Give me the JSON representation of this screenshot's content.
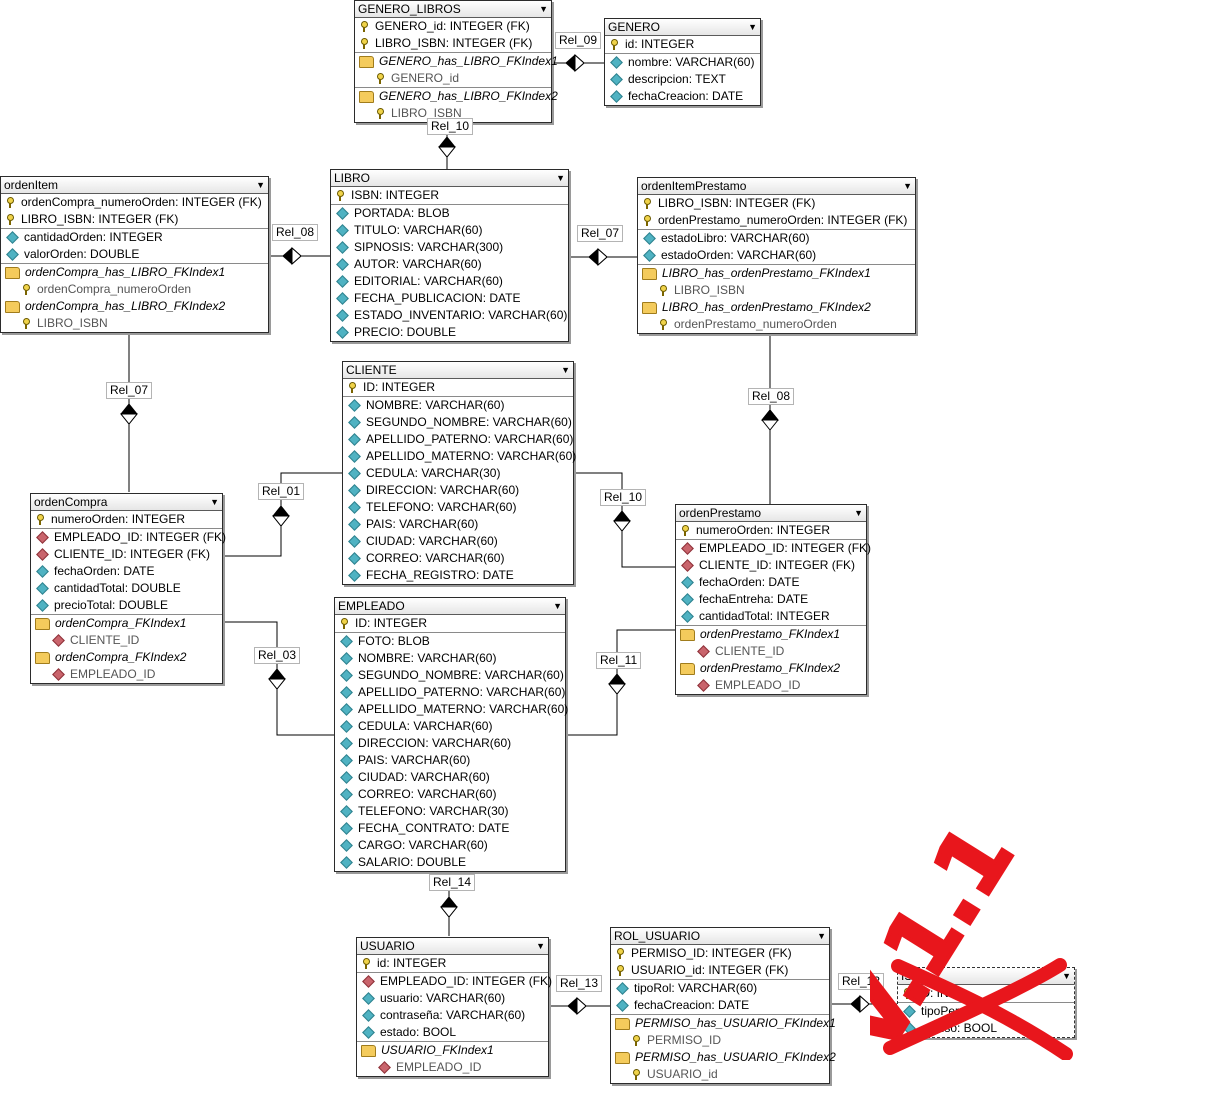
{
  "entities": {
    "genero_libros": {
      "title": "GENERO_LIBROS",
      "rows": [
        {
          "icon": "key-icon",
          "text": "GENERO_id: INTEGER (FK)"
        },
        {
          "icon": "key-icon",
          "text": "LIBRO_ISBN: INTEGER (FK)"
        },
        {
          "icon": "folder-icon",
          "text": "GENERO_has_LIBRO_FKIndex1"
        },
        {
          "icon": "key-icon",
          "text": "GENERO_id"
        },
        {
          "icon": "folder-icon",
          "text": "GENERO_has_LIBRO_FKIndex2"
        },
        {
          "icon": "key-icon",
          "text": "LIBRO_ISBN"
        }
      ]
    },
    "genero": {
      "title": "GENERO",
      "rows": [
        {
          "icon": "key-icon",
          "text": "id: INTEGER"
        },
        {
          "icon": "attribute-icon",
          "text": "nombre: VARCHAR(60)"
        },
        {
          "icon": "attribute-icon",
          "text": "descripcion: TEXT"
        },
        {
          "icon": "attribute-icon",
          "text": "fechaCreacion: DATE"
        }
      ]
    },
    "libro": {
      "title": "LIBRO",
      "rows": [
        {
          "icon": "key-icon",
          "text": "ISBN: INTEGER"
        },
        {
          "icon": "attribute-icon",
          "text": "PORTADA: BLOB"
        },
        {
          "icon": "attribute-icon",
          "text": "TITULO: VARCHAR(60)"
        },
        {
          "icon": "attribute-icon",
          "text": "SIPNOSIS: VARCHAR(300)"
        },
        {
          "icon": "attribute-icon",
          "text": "AUTOR: VARCHAR(60)"
        },
        {
          "icon": "attribute-icon",
          "text": "EDITORIAL: VARCHAR(60)"
        },
        {
          "icon": "attribute-icon",
          "text": "FECHA_PUBLICACION: DATE"
        },
        {
          "icon": "attribute-icon",
          "text": "ESTADO_INVENTARIO: VARCHAR(60)"
        },
        {
          "icon": "attribute-icon",
          "text": "PRECIO: DOUBLE"
        }
      ]
    },
    "orden_item": {
      "title": "ordenItem",
      "rows": [
        {
          "icon": "key-icon",
          "text": "ordenCompra_numeroOrden: INTEGER (FK)"
        },
        {
          "icon": "key-icon",
          "text": "LIBRO_ISBN: INTEGER (FK)"
        },
        {
          "icon": "attribute-icon",
          "text": "cantidadOrden: INTEGER"
        },
        {
          "icon": "attribute-icon",
          "text": "valorOrden: DOUBLE"
        },
        {
          "icon": "folder-icon",
          "text": "ordenCompra_has_LIBRO_FKIndex1"
        },
        {
          "icon": "key-icon",
          "text": "ordenCompra_numeroOrden"
        },
        {
          "icon": "folder-icon",
          "text": "ordenCompra_has_LIBRO_FKIndex2"
        },
        {
          "icon": "key-icon",
          "text": "LIBRO_ISBN"
        }
      ]
    },
    "orden_item_prestamo": {
      "title": "ordenItemPrestamo",
      "rows": [
        {
          "icon": "key-icon",
          "text": "LIBRO_ISBN: INTEGER (FK)"
        },
        {
          "icon": "key-icon",
          "text": "ordenPrestamo_numeroOrden: INTEGER (FK)"
        },
        {
          "icon": "attribute-icon",
          "text": "estadoLibro: VARCHAR(60)"
        },
        {
          "icon": "attribute-icon",
          "text": "estadoOrden: VARCHAR(60)"
        },
        {
          "icon": "folder-icon",
          "text": "LIBRO_has_ordenPrestamo_FKIndex1"
        },
        {
          "icon": "key-icon",
          "text": "LIBRO_ISBN"
        },
        {
          "icon": "folder-icon",
          "text": "LIBRO_has_ordenPrestamo_FKIndex2"
        },
        {
          "icon": "key-icon",
          "text": "ordenPrestamo_numeroOrden"
        }
      ]
    },
    "cliente": {
      "title": "CLIENTE",
      "rows": [
        {
          "icon": "key-icon",
          "text": "ID: INTEGER"
        },
        {
          "icon": "attribute-icon",
          "text": "NOMBRE: VARCHAR(60)"
        },
        {
          "icon": "attribute-icon",
          "text": "SEGUNDO_NOMBRE: VARCHAR(60)"
        },
        {
          "icon": "attribute-icon",
          "text": "APELLIDO_PATERNO: VARCHAR(60)"
        },
        {
          "icon": "attribute-icon",
          "text": "APELLIDO_MATERNO: VARCHAR(60)"
        },
        {
          "icon": "attribute-icon",
          "text": "CEDULA: VARCHAR(30)"
        },
        {
          "icon": "attribute-icon",
          "text": "DIRECCION: VARCHAR(60)"
        },
        {
          "icon": "attribute-icon",
          "text": "TELEFONO: VARCHAR(60)"
        },
        {
          "icon": "attribute-icon",
          "text": "PAIS: VARCHAR(60)"
        },
        {
          "icon": "attribute-icon",
          "text": "CIUDAD: VARCHAR(60)"
        },
        {
          "icon": "attribute-icon",
          "text": "CORREO: VARCHAR(60)"
        },
        {
          "icon": "attribute-icon",
          "text": "FECHA_REGISTRO: DATE"
        }
      ]
    },
    "orden_compra": {
      "title": "ordenCompra",
      "rows": [
        {
          "icon": "key-icon",
          "text": "numeroOrden: INTEGER"
        },
        {
          "icon": "fk-icon",
          "text": "EMPLEADO_ID: INTEGER (FK)"
        },
        {
          "icon": "fk-icon",
          "text": "CLIENTE_ID: INTEGER (FK)"
        },
        {
          "icon": "attribute-icon",
          "text": "fechaOrden: DATE"
        },
        {
          "icon": "attribute-icon",
          "text": "cantidadTotal: DOUBLE"
        },
        {
          "icon": "attribute-icon",
          "text": "precioTotal: DOUBLE"
        },
        {
          "icon": "folder-icon",
          "text": "ordenCompra_FKIndex1"
        },
        {
          "icon": "fk-icon",
          "text": "CLIENTE_ID"
        },
        {
          "icon": "folder-icon",
          "text": "ordenCompra_FKIndex2"
        },
        {
          "icon": "fk-icon",
          "text": "EMPLEADO_ID"
        }
      ]
    },
    "orden_prestamo": {
      "title": "ordenPrestamo",
      "rows": [
        {
          "icon": "key-icon",
          "text": "numeroOrden: INTEGER"
        },
        {
          "icon": "fk-icon",
          "text": "EMPLEADO_ID: INTEGER (FK)"
        },
        {
          "icon": "fk-icon",
          "text": "CLIENTE_ID: INTEGER (FK)"
        },
        {
          "icon": "attribute-icon",
          "text": "fechaOrden: DATE"
        },
        {
          "icon": "attribute-icon",
          "text": "fechaEntreha: DATE"
        },
        {
          "icon": "attribute-icon",
          "text": "cantidadTotal: INTEGER"
        },
        {
          "icon": "folder-icon",
          "text": "ordenPrestamo_FKIndex1"
        },
        {
          "icon": "fk-icon",
          "text": "CLIENTE_ID"
        },
        {
          "icon": "folder-icon",
          "text": "ordenPrestamo_FKIndex2"
        },
        {
          "icon": "fk-icon",
          "text": "EMPLEADO_ID"
        }
      ]
    },
    "empleado": {
      "title": "EMPLEADO",
      "rows": [
        {
          "icon": "key-icon",
          "text": "ID: INTEGER"
        },
        {
          "icon": "attribute-icon",
          "text": "FOTO: BLOB"
        },
        {
          "icon": "attribute-icon",
          "text": "NOMBRE: VARCHAR(60)"
        },
        {
          "icon": "attribute-icon",
          "text": "SEGUNDO_NOMBRE: VARCHAR(60)"
        },
        {
          "icon": "attribute-icon",
          "text": "APELLIDO_PATERNO: VARCHAR(60)"
        },
        {
          "icon": "attribute-icon",
          "text": "APELLIDO_MATERNO: VARCHAR(60)"
        },
        {
          "icon": "attribute-icon",
          "text": "CEDULA: VARCHAR(60)"
        },
        {
          "icon": "attribute-icon",
          "text": "DIRECCION: VARCHAR(60)"
        },
        {
          "icon": "attribute-icon",
          "text": "PAIS: VARCHAR(60)"
        },
        {
          "icon": "attribute-icon",
          "text": "CIUDAD: VARCHAR(60)"
        },
        {
          "icon": "attribute-icon",
          "text": "CORREO: VARCHAR(60)"
        },
        {
          "icon": "attribute-icon",
          "text": "TELEFONO: VARCHAR(30)"
        },
        {
          "icon": "attribute-icon",
          "text": "FECHA_CONTRATO: DATE"
        },
        {
          "icon": "attribute-icon",
          "text": "CARGO: VARCHAR(60)"
        },
        {
          "icon": "attribute-icon",
          "text": "SALARIO: DOUBLE"
        }
      ]
    },
    "usuario": {
      "title": "USUARIO",
      "rows": [
        {
          "icon": "key-icon",
          "text": "id: INTEGER"
        },
        {
          "icon": "fk-icon",
          "text": "EMPLEADO_ID: INTEGER (FK)"
        },
        {
          "icon": "attribute-icon",
          "text": "usuario: VARCHAR(60)"
        },
        {
          "icon": "attribute-icon",
          "text": "contraseña: VARCHAR(60)"
        },
        {
          "icon": "attribute-icon",
          "text": "estado: BOOL"
        },
        {
          "icon": "folder-icon",
          "text": "USUARIO_FKIndex1"
        },
        {
          "icon": "fk-icon",
          "text": "EMPLEADO_ID"
        }
      ]
    },
    "rol_usuario": {
      "title": "ROL_USUARIO",
      "rows": [
        {
          "icon": "key-icon",
          "text": "PERMISO_ID: INTEGER (FK)"
        },
        {
          "icon": "key-icon",
          "text": "USUARIO_id: INTEGER (FK)"
        },
        {
          "icon": "attribute-icon",
          "text": "tipoRol: VARCHAR(60)"
        },
        {
          "icon": "attribute-icon",
          "text": "fechaCreacion: DATE"
        },
        {
          "icon": "folder-icon",
          "text": "PERMISO_has_USUARIO_FKIndex1"
        },
        {
          "icon": "key-icon",
          "text": "PERMISO_ID"
        },
        {
          "icon": "folder-icon",
          "text": "PERMISO_has_USUARIO_FKIndex2"
        },
        {
          "icon": "key-icon",
          "text": "USUARIO_id"
        }
      ]
    },
    "permiso": {
      "title": "ISO",
      "rows": [
        {
          "icon": "key-icon",
          "text": "ID: IN"
        },
        {
          "icon": "attribute-icon",
          "text": "tipoPerm"
        },
        {
          "icon": "attribute-icon",
          "text": "ermiso: BOOL"
        }
      ]
    }
  },
  "relations": [
    {
      "label": "Rel_09"
    },
    {
      "label": "Rel_10"
    },
    {
      "label": "Rel_08"
    },
    {
      "label": "Rel_07"
    },
    {
      "label": "Rel_07"
    },
    {
      "label": "Rel_08"
    },
    {
      "label": "Rel_01"
    },
    {
      "label": "Rel_10"
    },
    {
      "label": "Rel_03"
    },
    {
      "label": "Rel_11"
    },
    {
      "label": "Rel_14"
    },
    {
      "label": "Rel_13"
    },
    {
      "label": "Rel_12"
    }
  ],
  "annotation": {
    "text": "V.1.1",
    "color": "#e8161c"
  },
  "colors": {
    "key": "#f0d34a",
    "attribute": "#4fb2c2",
    "foreign_key": "#c9646c",
    "index_folder": "#f4cb5c"
  }
}
